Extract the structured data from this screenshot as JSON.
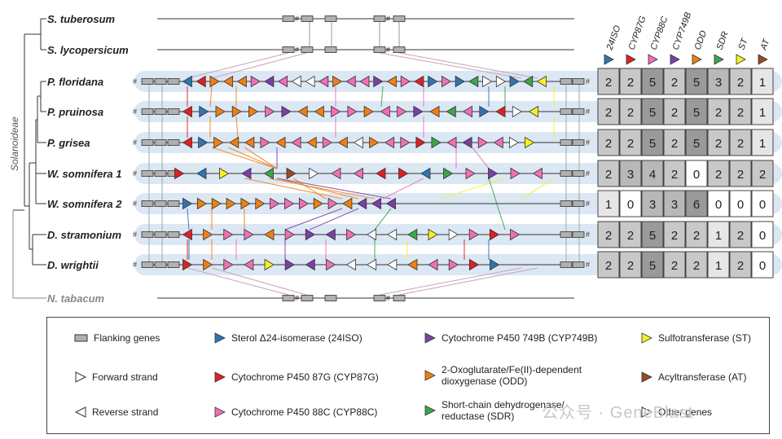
{
  "clade_label": "Solanoideae",
  "gene_headers": [
    "24ISO",
    "CYP87G",
    "CYP88C",
    "CYP749B",
    "ODD",
    "SDR",
    "ST",
    "AT"
  ],
  "colors": {
    "ISO": "#2e75b6",
    "CYP87": "#e02020",
    "CYP88": "#f06fb8",
    "CYP749": "#7b3fa8",
    "ODD": "#f08010",
    "SDR": "#3aa64a",
    "ST": "#f5f020",
    "AT": "#9a4a22",
    "flank": "#b0b0b0",
    "band": "#dce7f4"
  },
  "species": [
    {
      "name": "S. tuberosum",
      "counts": null
    },
    {
      "name": "S. lycopersicum",
      "counts": null
    },
    {
      "name": "P. floridana",
      "counts": [
        2,
        2,
        5,
        2,
        5,
        3,
        2,
        1
      ]
    },
    {
      "name": "P. pruinosa",
      "counts": [
        2,
        2,
        5,
        2,
        5,
        2,
        2,
        1
      ]
    },
    {
      "name": "P. grisea",
      "counts": [
        2,
        2,
        5,
        2,
        5,
        2,
        2,
        1
      ]
    },
    {
      "name": "W. somnifera 1",
      "counts": [
        2,
        3,
        4,
        2,
        0,
        2,
        2,
        2
      ]
    },
    {
      "name": "W. somnifera 2",
      "counts": [
        1,
        0,
        3,
        3,
        6,
        0,
        0,
        0
      ]
    },
    {
      "name": "D. stramonium",
      "counts": [
        2,
        2,
        5,
        2,
        2,
        1,
        2,
        0
      ]
    },
    {
      "name": "D. wrightii",
      "counts": [
        2,
        2,
        5,
        2,
        2,
        1,
        2,
        0
      ]
    },
    {
      "name": "N. tabacum",
      "counts": null
    }
  ],
  "legend": {
    "flanking": "Flanking genes",
    "forward": "Forward strand",
    "reverse": "Reverse strand",
    "iso": "Sterol Δ24-isomerase (24ISO)",
    "cyp87": "Cytochrome P450 87G (CYP87G)",
    "cyp88": "Cytochrome P450 88C (CYP88C)",
    "cyp749": "Cytochrome P450 749B (CYP749B)",
    "odd": "2-Oxoglutarate/Fe(II)-dependent dioxygenase (ODD)",
    "sdr": "Short-chain dehydrogenase/ reductase (SDR)",
    "st": "Sulfotransferase (ST)",
    "at": "Acyltransferase (AT)",
    "other": "Other genes"
  },
  "watermark": "公众号 · GeneBlast"
}
